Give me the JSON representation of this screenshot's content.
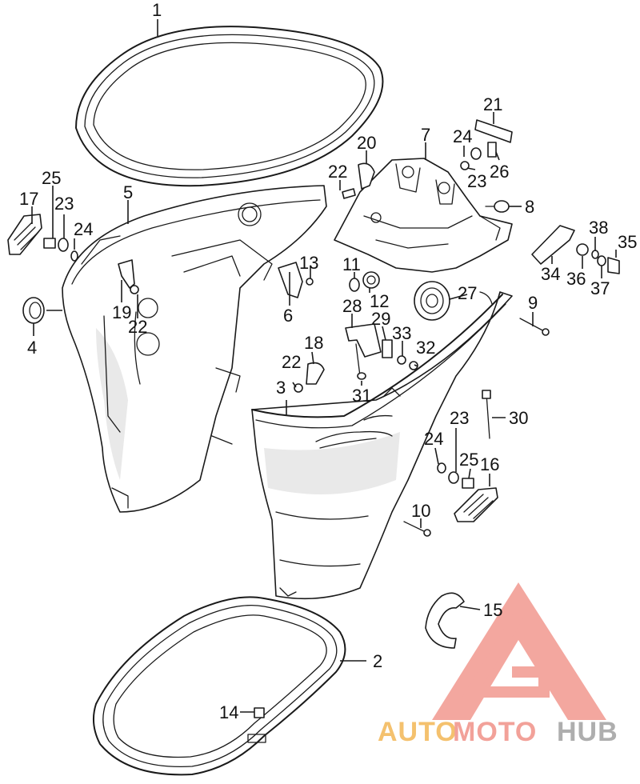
{
  "callouts": {
    "c1": "1",
    "c2": "2",
    "c3": "3",
    "c4": "4",
    "c5": "5",
    "c6": "6",
    "c7": "7",
    "c8": "8",
    "c9": "9",
    "c10": "10",
    "c11": "11",
    "c12": "12",
    "c13": "13",
    "c14": "14",
    "c15": "15",
    "c16": "16",
    "c17": "17",
    "c18": "18",
    "c19": "19",
    "c20": "20",
    "c21": "21",
    "c22a": "22",
    "c22b": "22",
    "c22c": "22",
    "c23a": "23",
    "c23b": "23",
    "c23c": "23",
    "c24a": "24",
    "c24b": "24",
    "c24c": "24",
    "c25a": "25",
    "c25b": "25",
    "c26": "26",
    "c27": "27",
    "c28": "28",
    "c29": "29",
    "c30": "30",
    "c31": "31",
    "c32": "32",
    "c33": "33",
    "c34": "34",
    "c35": "35",
    "c36": "36",
    "c37": "37",
    "c38": "38"
  },
  "watermark": {
    "auto": "AUTO",
    "moto": "MOTO",
    "hub": "HUB"
  },
  "colors": {
    "watermark_logo": "#f08a80",
    "watermark_auto": "#f2b24a",
    "watermark_moto": "#f08a80",
    "watermark_hub": "#9a9a9a",
    "line_art": "#1a1a1a"
  }
}
